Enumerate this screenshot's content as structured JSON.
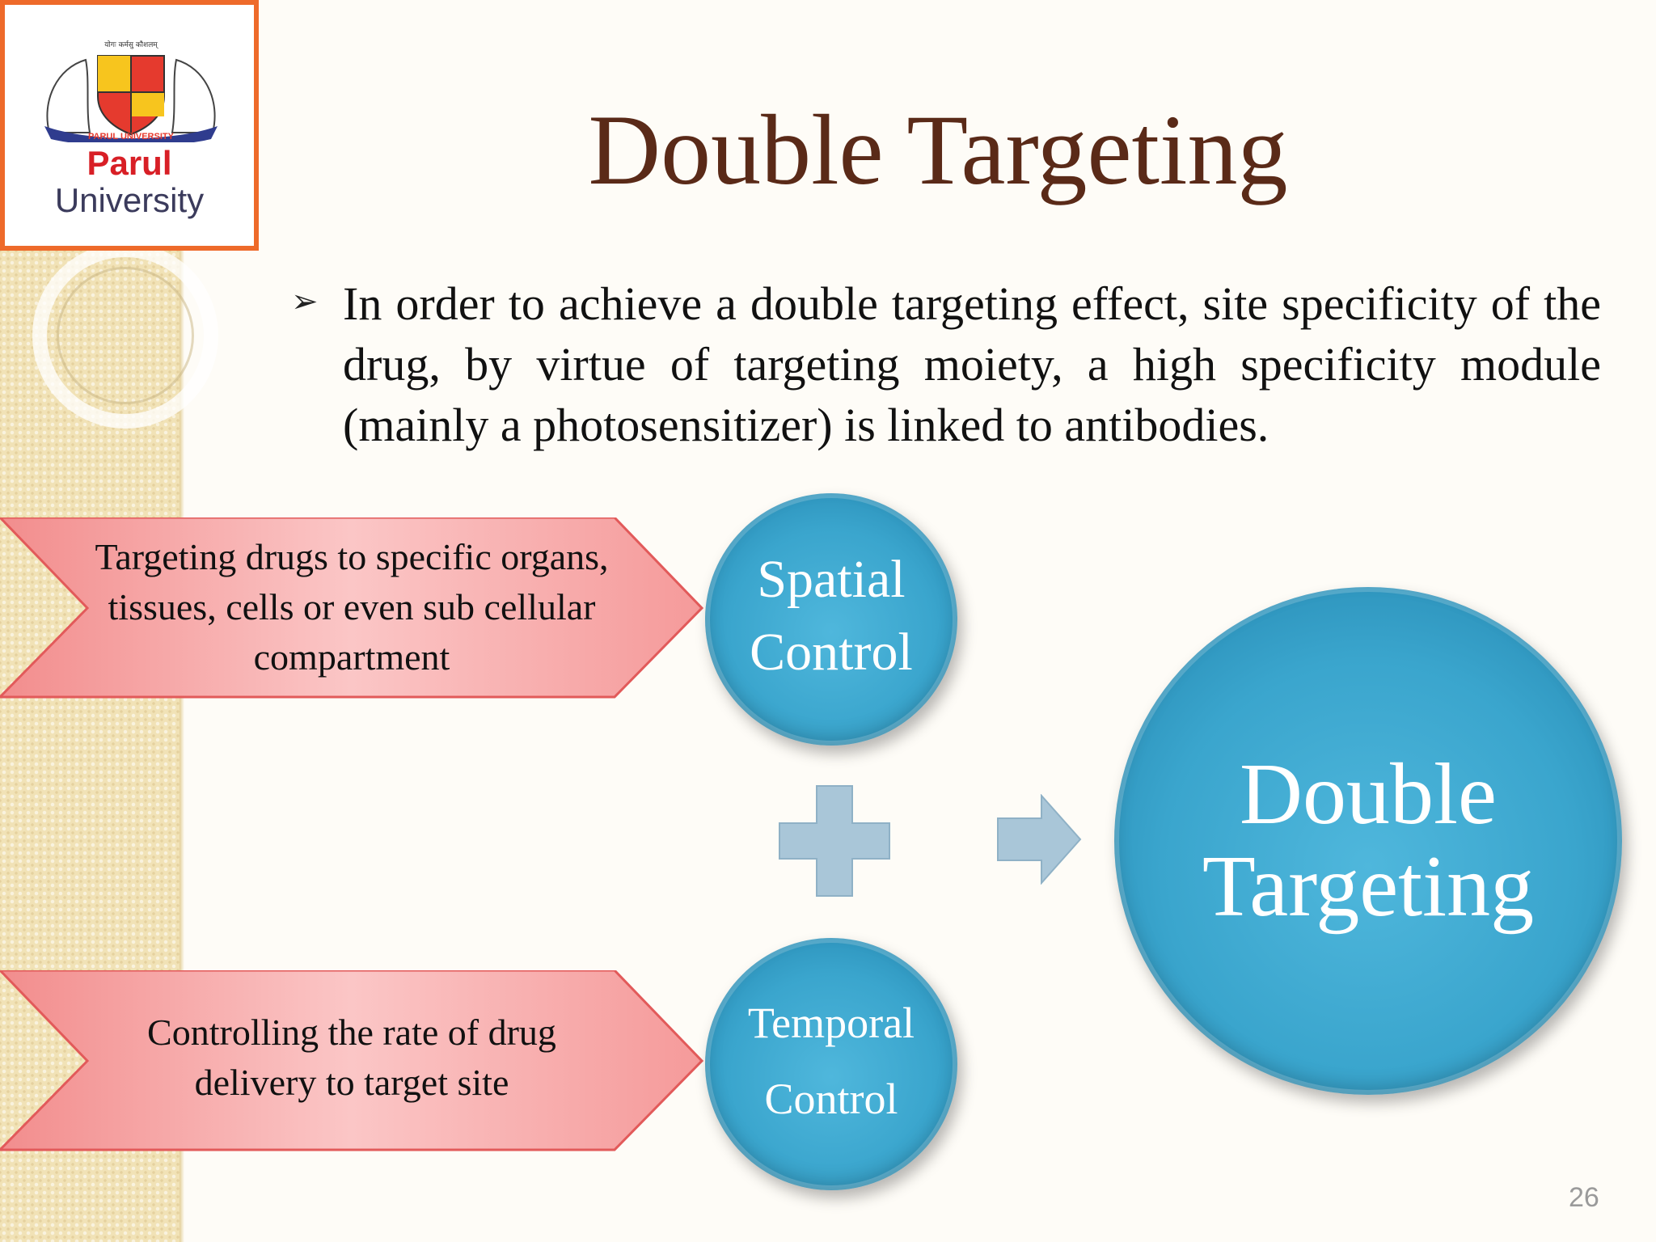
{
  "logo": {
    "name_line1": "Parul",
    "name_line2": "University",
    "ribbon": "PARUL UNIVERSITY",
    "motto": "योगः कर्मसु कौशलम्"
  },
  "slide": {
    "title": "Double Targeting",
    "bullet": "In order to achieve a double targeting effect, site specificity of the drug, by virtue of targeting moiety, a high specificity module (mainly a photosensitizer) is linked to antibodies.",
    "page_number": "26"
  },
  "diagram": {
    "chevron_top": "Targeting drugs to specific organs, tissues, cells or even sub cellular compartment",
    "chevron_bottom": "Controlling the rate of drug delivery to target site",
    "circle_spatial": {
      "line1": "Spatial",
      "line2": "Control"
    },
    "circle_temporal": {
      "line1": "Temporal",
      "line2": "Control"
    },
    "circle_result": {
      "line1": "Double",
      "line2": "Targeting"
    }
  },
  "colors": {
    "logo_border": "#ee6a2a",
    "title": "#5a2a18",
    "circle": "#3aa5cd",
    "chevron": "#f6a3a3",
    "connector": "#a9c6d8"
  }
}
